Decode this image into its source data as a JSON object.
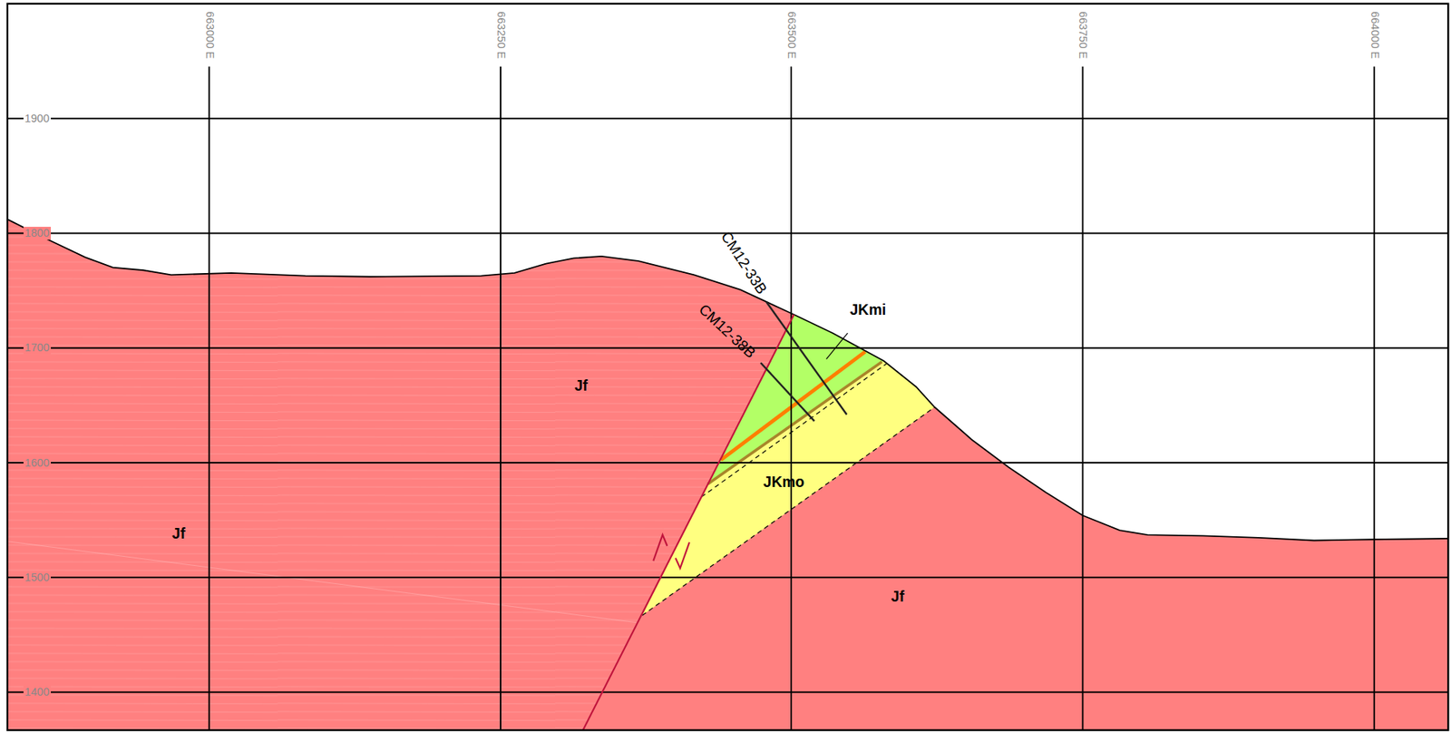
{
  "diagram": {
    "labels": [
      "663000 E",
      "663250 E",
      "663500 E",
      "663750 E",
      "664000 E",
      "1900",
      "1800",
      "1700",
      "1600",
      "1500",
      "1400",
      "CM12-33B",
      "CM12-38B",
      "JKmi",
      "Jf",
      "JKmo",
      "Jf",
      "Jf"
    ]
  }
}
